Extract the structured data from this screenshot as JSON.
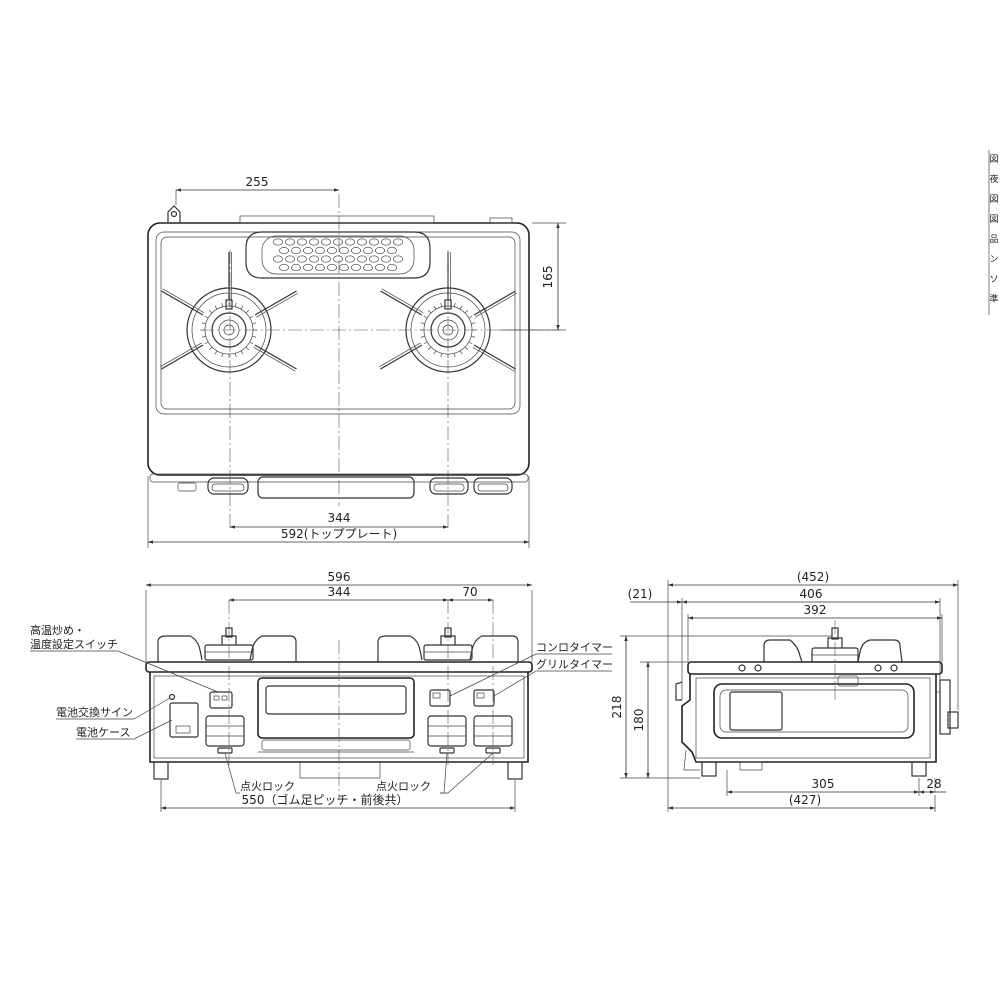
{
  "top_view": {
    "dims": {
      "d255": "255",
      "d165": "165",
      "d344": "344",
      "d592": "592(トッププレート)"
    }
  },
  "front_view": {
    "dims": {
      "d596": "596",
      "d344": "344",
      "d70": "70",
      "d550": "550（ゴム足ピッチ・前後共）"
    },
    "labels": {
      "switch_line1": "高温炒め・",
      "switch_line2": "温度設定スイッチ",
      "battery_sign": "電池交換サイン",
      "battery_case": "電池ケース",
      "konro_timer": "コンロタイマー",
      "grill_timer": "グリルタイマー",
      "ignition_lock_left": "点火ロック",
      "ignition_lock_right": "点火ロック"
    }
  },
  "side_view": {
    "dims": {
      "d452": "(452)",
      "d21": "(21)",
      "d406": "406",
      "d392": "392",
      "d218": "218",
      "d180": "180",
      "d305": "305",
      "d28": "28",
      "d427": "(427)"
    }
  },
  "edge_fragment": [
    "図",
    "夜",
    "図",
    "図",
    "品",
    "ン",
    "ソ",
    "準"
  ]
}
